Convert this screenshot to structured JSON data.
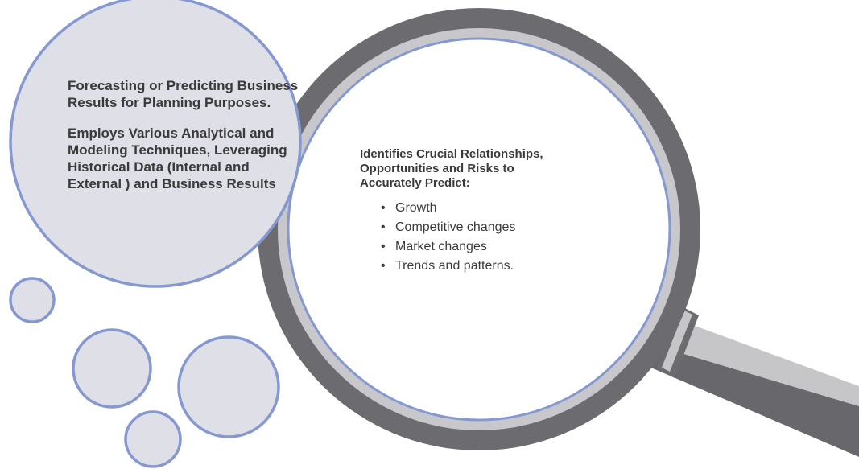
{
  "colors": {
    "bubble_fill": "#dfdfe8",
    "bubble_stroke": "#8598d0",
    "frame_dark": "#6c6c70",
    "frame_light": "#c8c8cc",
    "handle_light": "#c6c6c9",
    "handle_dark": "#68686c",
    "text": "#3a3a3a"
  },
  "left_bubble": {
    "paragraph_1": "Forecasting or Predicting Business Results for Planning Purposes.",
    "paragraph_2": "Employs Various Analytical and Modeling Techniques, Leveraging Historical Data (Internal and External ) and Business Results"
  },
  "lens": {
    "heading": "Identifies Crucial Relationships,  Opportunities and Risks to Accurately Predict:",
    "bullets": [
      "Growth",
      "Competitive changes",
      "Market changes",
      "Trends and patterns."
    ]
  }
}
